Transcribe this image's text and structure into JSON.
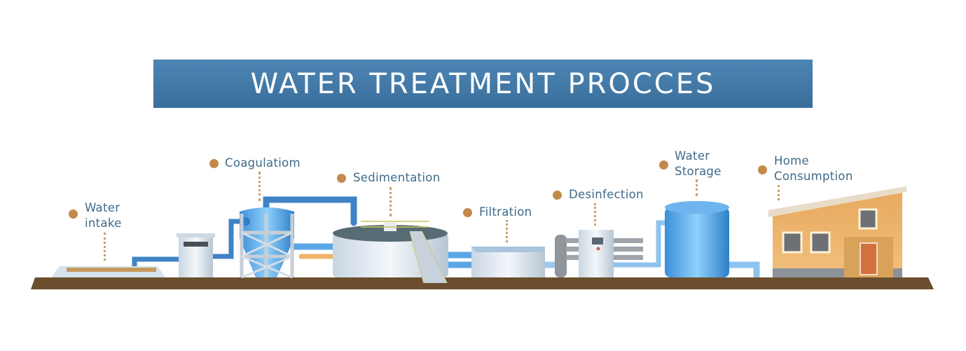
{
  "title": "WATER TREATMENT PROCCES",
  "colors": {
    "banner": "#4479a6",
    "label_text": "#3f6a8a",
    "marker": "#c28a4a",
    "ground": "#6b4e2e",
    "pipe": "#4a90d0",
    "tank": "#5aa8e6"
  },
  "stages": [
    {
      "label_line1": "Water",
      "label_line2": "intake"
    },
    {
      "label_line1": "Coagulatiom",
      "label_line2": ""
    },
    {
      "label_line1": "Sedimentation",
      "label_line2": ""
    },
    {
      "label_line1": "Filtration",
      "label_line2": ""
    },
    {
      "label_line1": "Desinfection",
      "label_line2": ""
    },
    {
      "label_line1": "Water",
      "label_line2": "Storage"
    },
    {
      "label_line1": "Home",
      "label_line2": "Consumption"
    }
  ]
}
